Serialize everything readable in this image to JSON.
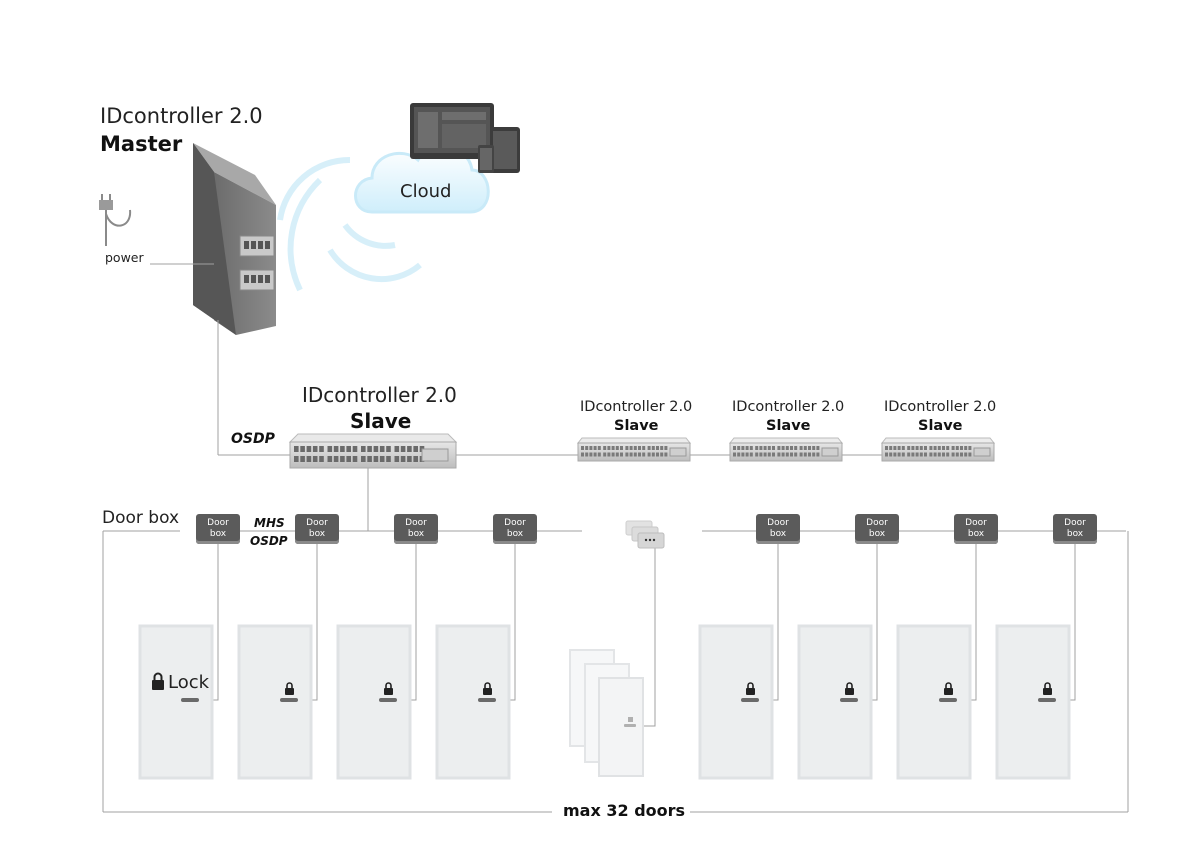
{
  "master": {
    "line1": "IDcontroller 2.0",
    "line2": "Master"
  },
  "power_label": "power",
  "cloud_label": "Cloud",
  "osdp_label": "OSDP",
  "slave_main": {
    "line1": "IDcontroller 2.0",
    "line2": "Slave"
  },
  "slaves": [
    {
      "line1": "IDcontroller 2.0",
      "line2": "Slave"
    },
    {
      "line1": "IDcontroller 2.0",
      "line2": "Slave"
    },
    {
      "line1": "IDcontroller 2.0",
      "line2": "Slave"
    }
  ],
  "door_box_title": "Door  box",
  "mhs_label": "MHS",
  "mhs_osdp_label": "OSDP",
  "door_box": {
    "line1": "Door",
    "line2": "box"
  },
  "lock_label": "Lock",
  "max_doors_label": "max 32 doors",
  "colors": {
    "device_dark": "#5b5b5b",
    "door_fill": "#eceeef",
    "cloud_accent": "#bfe6f5",
    "line": "#9a9a9a"
  }
}
